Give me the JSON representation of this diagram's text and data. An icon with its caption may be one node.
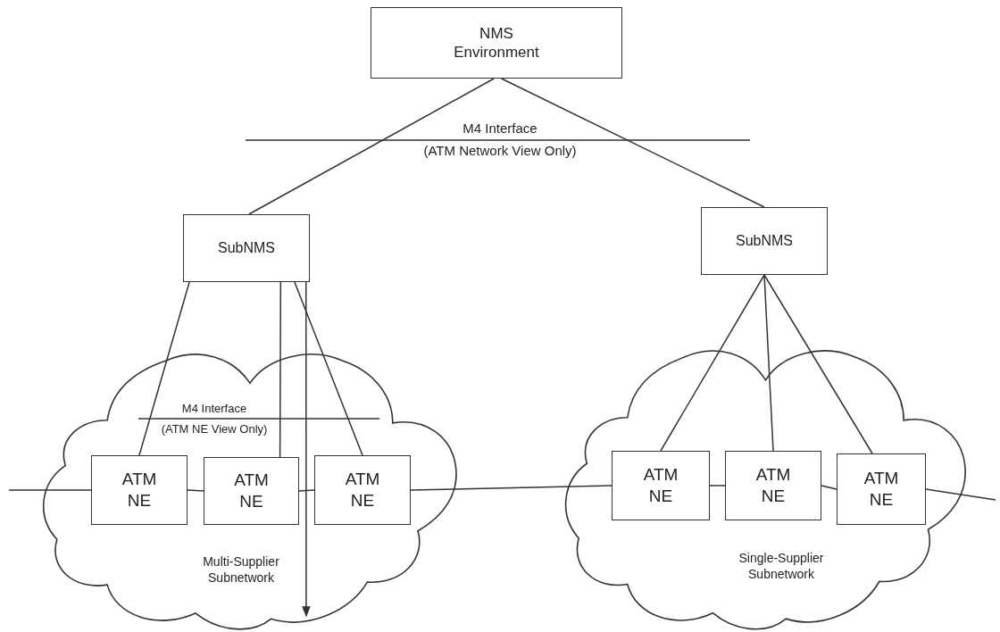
{
  "diagram": {
    "nodes": [
      {
        "text": [
          "NMS Environment"
        ]
      },
      {
        "text": [
          "SubNMS"
        ]
      },
      {
        "text": [
          "SubNMS"
        ]
      },
      {
        "text": [
          "Multi-Supplier Subnetwork"
        ]
      },
      {
        "text": [
          "ATM NE"
        ],
        "in": 3
      },
      {
        "text": [
          "ATM NE"
        ],
        "in": 3
      },
      {
        "text": [
          "ATM NE"
        ],
        "in": 3
      },
      {
        "text": [
          "Single-Supplier Subnetwork"
        ]
      },
      {
        "text": [
          "ATM NE"
        ],
        "in": 7
      },
      {
        "text": [
          "ATM NE"
        ],
        "in": 7
      },
      {
        "text": [
          "ATM NE"
        ],
        "in": 7
      }
    ],
    "edges": [
      {
        "from": 0,
        "to": 1,
        "arrow": "none"
      },
      {
        "from": 0,
        "to": 2,
        "arrow": "none"
      },
      {
        "from": 1,
        "to": 4,
        "arrow": "none"
      },
      {
        "from": 1,
        "to": 5,
        "arrow": "none"
      },
      {
        "from": 1,
        "to": 6,
        "arrow": "none"
      },
      {
        "from": 2,
        "to": 8,
        "arrow": "none"
      },
      {
        "from": 2,
        "to": 9,
        "arrow": "none"
      },
      {
        "from": 2,
        "to": 10,
        "arrow": "none"
      },
      {
        "from": null,
        "to": 4,
        "arrow": "none"
      },
      {
        "from": 4,
        "to": 5,
        "arrow": "none"
      },
      {
        "from": 5,
        "to": 6,
        "arrow": "none"
      },
      {
        "from": 6,
        "to": 8,
        "arrow": "none"
      },
      {
        "from": 8,
        "to": 9,
        "arrow": "none"
      },
      {
        "from": 9,
        "to": 10,
        "arrow": "none"
      },
      {
        "from": 10,
        "to": null,
        "arrow": "none"
      },
      {
        "from": 1,
        "to": 3,
        "arrow": "to"
      }
    ],
    "labels": [
      "M4 Interface",
      "(ATM Network View Only)",
      "M4 Interface",
      "(ATM NE View Only)"
    ]
  }
}
